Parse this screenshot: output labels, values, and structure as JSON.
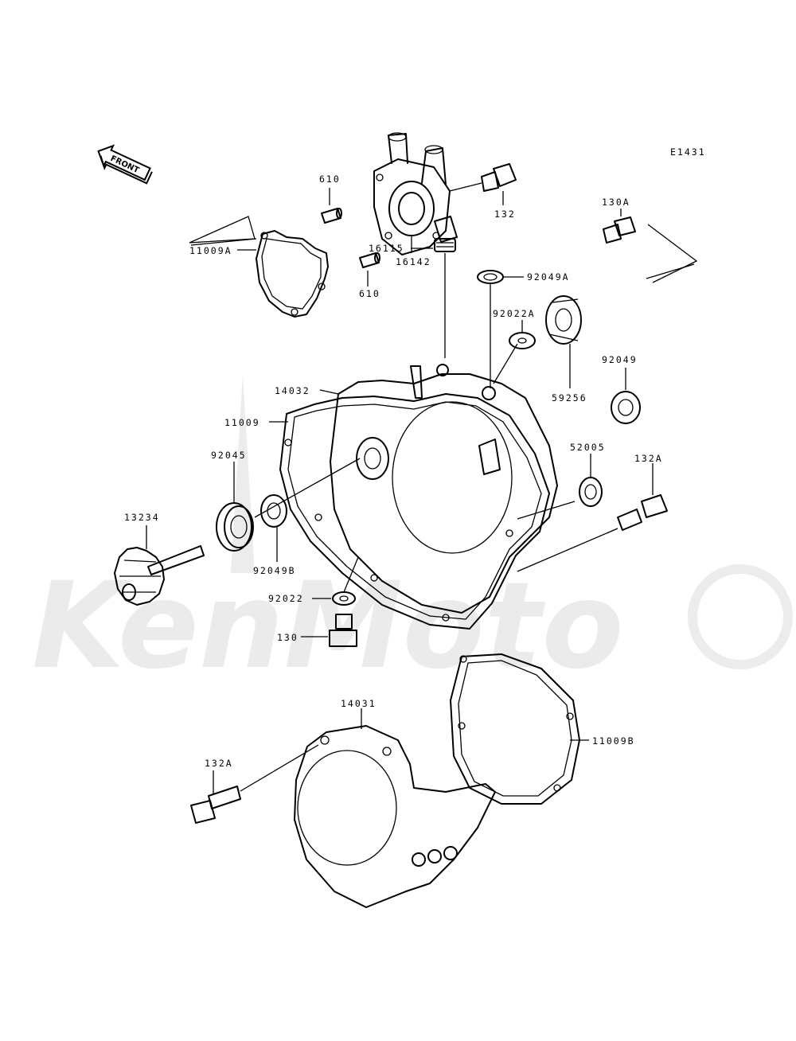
{
  "diagram": {
    "code": "E1431",
    "front_label": "FRONT",
    "watermark": "KenMoto",
    "parts": {
      "p610a": "610",
      "p610b": "610",
      "p16142": "16142",
      "p132": "132",
      "p11009a": "11009A",
      "p92049a": "92049A",
      "p130a": "130A",
      "p16115": "16115",
      "p92022a": "92022A",
      "p59256": "59256",
      "p92049": "92049",
      "p14032": "14032",
      "p11009": "11009",
      "p52005": "52005",
      "p132a_top": "132A",
      "p92045": "92045",
      "p13234": "13234",
      "p92049b": "92049B",
      "p92022": "92022",
      "p130": "130",
      "p14031": "14031",
      "p11009b": "11009B",
      "p132a_bottom": "132A"
    }
  }
}
